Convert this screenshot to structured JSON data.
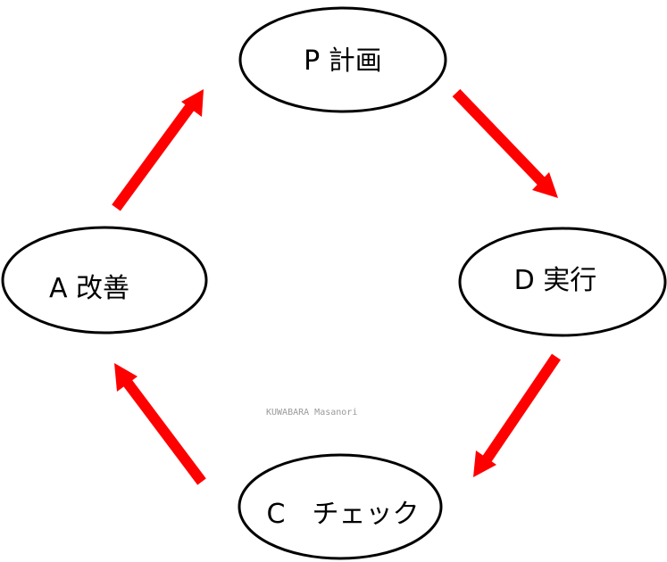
{
  "nodes": {
    "plan": {
      "label": "P 計画"
    },
    "do": {
      "label": "D 実行"
    },
    "check": {
      "label": "C　チェック"
    },
    "act": {
      "label": "A 改善"
    }
  },
  "credit": "KUWABARA Masanori",
  "colors": {
    "arrow": "#ff0000",
    "node_stroke": "#000000",
    "node_fill": "#ffffff",
    "credit": "#9a9a9a"
  }
}
